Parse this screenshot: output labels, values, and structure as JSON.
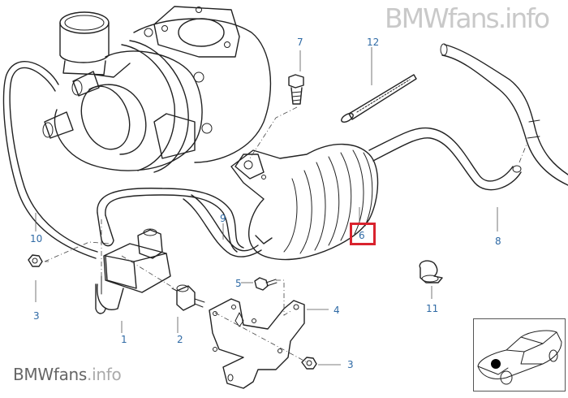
{
  "watermark": {
    "top": "BMWfans.info",
    "bottom_main": "BMWfans",
    "bottom_suffix": ".info"
  },
  "diagram": {
    "title": "Turbocharger vacuum control / pressure converter assembly",
    "highlighted_part": "6",
    "highlight_color": "#d9232e",
    "callout_color": "#2f6aa5",
    "callouts": [
      {
        "id": "c12",
        "label": "12"
      },
      {
        "id": "c7",
        "label": "7"
      },
      {
        "id": "c10",
        "label": "10"
      },
      {
        "id": "c3a",
        "label": "3"
      },
      {
        "id": "c9",
        "label": "9"
      },
      {
        "id": "c6",
        "label": "6"
      },
      {
        "id": "c8",
        "label": "8"
      },
      {
        "id": "c5",
        "label": "5"
      },
      {
        "id": "c4",
        "label": "4"
      },
      {
        "id": "c1",
        "label": "1"
      },
      {
        "id": "c2",
        "label": "2"
      },
      {
        "id": "c3b",
        "label": "3"
      },
      {
        "id": "c11",
        "label": "11"
      }
    ]
  },
  "inset": {
    "icon": "car-location-icon",
    "description": "Vehicle locator - engine bay marker"
  }
}
